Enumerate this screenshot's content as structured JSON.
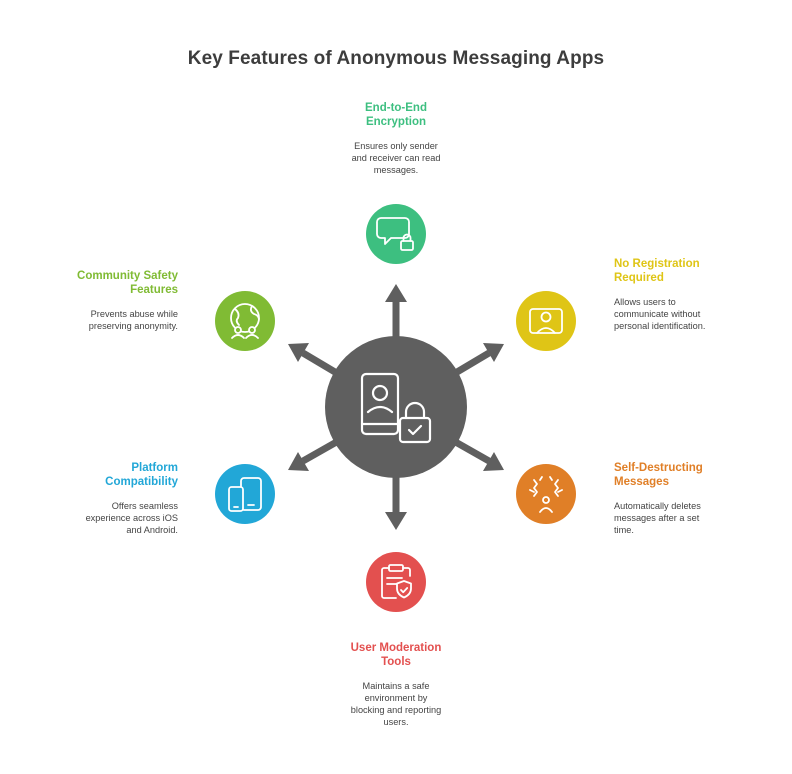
{
  "title": "Key Features of Anonymous Messaging Apps",
  "colors": {
    "hub": "#5f5f5f",
    "arrow": "#5f5f5f",
    "encryption": "#3dbf80",
    "registration": "#dfc516",
    "self_destruct": "#e07f27",
    "moderation": "#e3504f",
    "platform": "#22a7d7",
    "community": "#80bb34"
  },
  "hub": {
    "icon": "phone-user-lock-icon"
  },
  "features": {
    "encryption": {
      "title": "End-to-End\nEncryption",
      "description": "Ensures only sender\nand receiver can read\nmessages.",
      "icon": "chat-lock-icon"
    },
    "registration": {
      "title": "No Registration\nRequired",
      "description": "Allows users to\ncommunicate without\npersonal identification.",
      "icon": "id-card-user-icon"
    },
    "self_destruct": {
      "title": "Self-Destructing\nMessages",
      "description": "Automatically deletes\nmessages after a set\ntime.",
      "icon": "shattering-icon"
    },
    "moderation": {
      "title": "User Moderation\nTools",
      "description": "Maintains a safe\nenvironment by\nblocking and reporting\nusers.",
      "icon": "clipboard-shield-icon"
    },
    "platform": {
      "title": "Platform\nCompatibility",
      "description": "Offers seamless\nexperience across iOS\nand Android.",
      "icon": "devices-icon"
    },
    "community": {
      "title": "Community Safety\nFeatures",
      "description": "Prevents abuse while\npreserving anonymity.",
      "icon": "globe-people-icon"
    }
  }
}
